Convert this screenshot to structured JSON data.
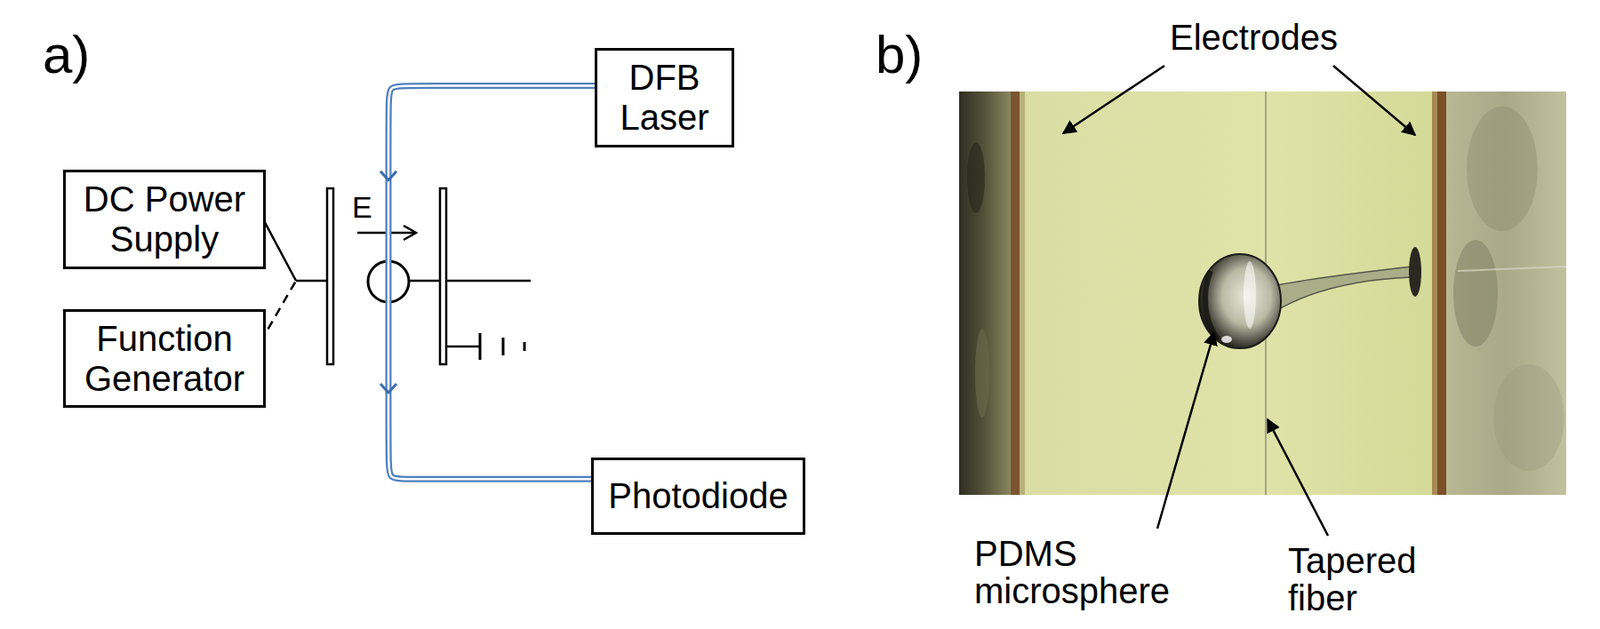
{
  "diagram": {
    "nodes": [
      {
        "text": [
          "DFB Laser"
        ]
      },
      {
        "text": [
          "DC Power Supply"
        ]
      },
      {
        "text": [
          "Function Generator"
        ]
      },
      {
        "text": [
          "Photodiode"
        ]
      }
    ],
    "edges": [
      {
        "from": 0,
        "to": 3,
        "arrow": "to"
      }
    ],
    "labels": [
      "a)",
      "E",
      "b)",
      "Electrodes",
      "PDMS microsphere",
      "Tapered fiber"
    ]
  }
}
